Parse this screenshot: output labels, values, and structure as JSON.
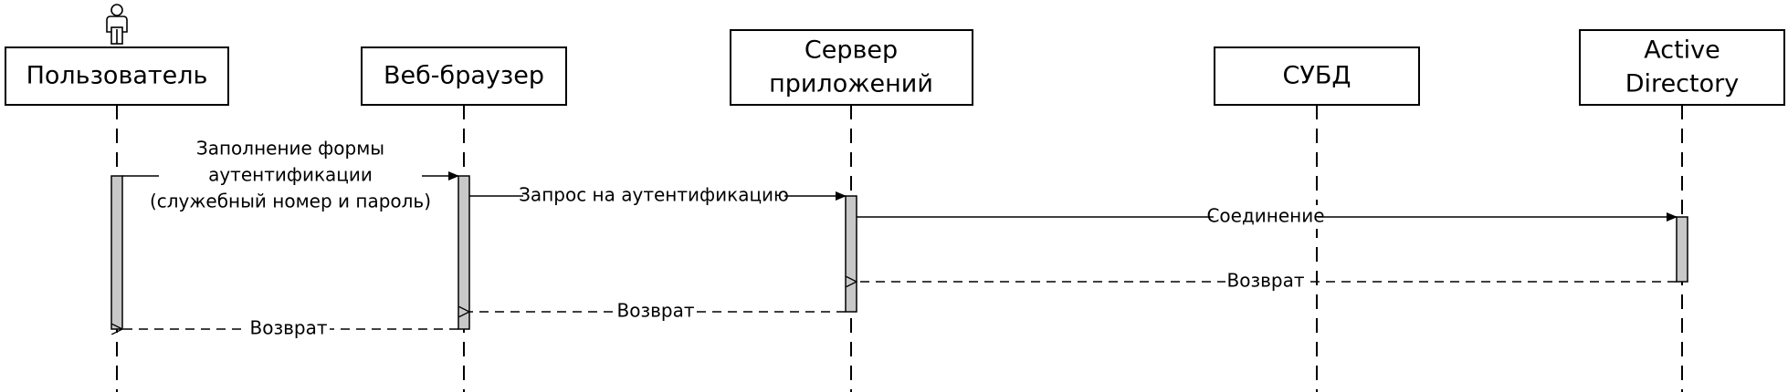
{
  "participants": {
    "user": {
      "label": "Пользователь",
      "icon": "actor-icon"
    },
    "browser": {
      "label": "Веб-браузер"
    },
    "appserver": {
      "line1": "Сервер",
      "line2": "приложений"
    },
    "dbms": {
      "label": "СУБД"
    },
    "ad": {
      "line1": "Active",
      "line2": "Directory"
    }
  },
  "messages": {
    "fill_form": {
      "line1": "Заполнение формы",
      "line2": "аутентификации",
      "line3": "(служебный номер и пароль)",
      "style": "solid"
    },
    "auth_request": {
      "label": "Запрос на аутентификацию",
      "style": "solid"
    },
    "connect": {
      "label": "Соединение",
      "style": "solid"
    },
    "return_ad": {
      "label": "Возврат",
      "style": "dashed"
    },
    "return_app": {
      "label": "Возврат",
      "style": "dashed"
    },
    "return_browser": {
      "label": "Возврат",
      "style": "dashed"
    }
  },
  "colors": {
    "line": "#000000",
    "activation": "#c8c8c8",
    "background": "#ffffff"
  }
}
